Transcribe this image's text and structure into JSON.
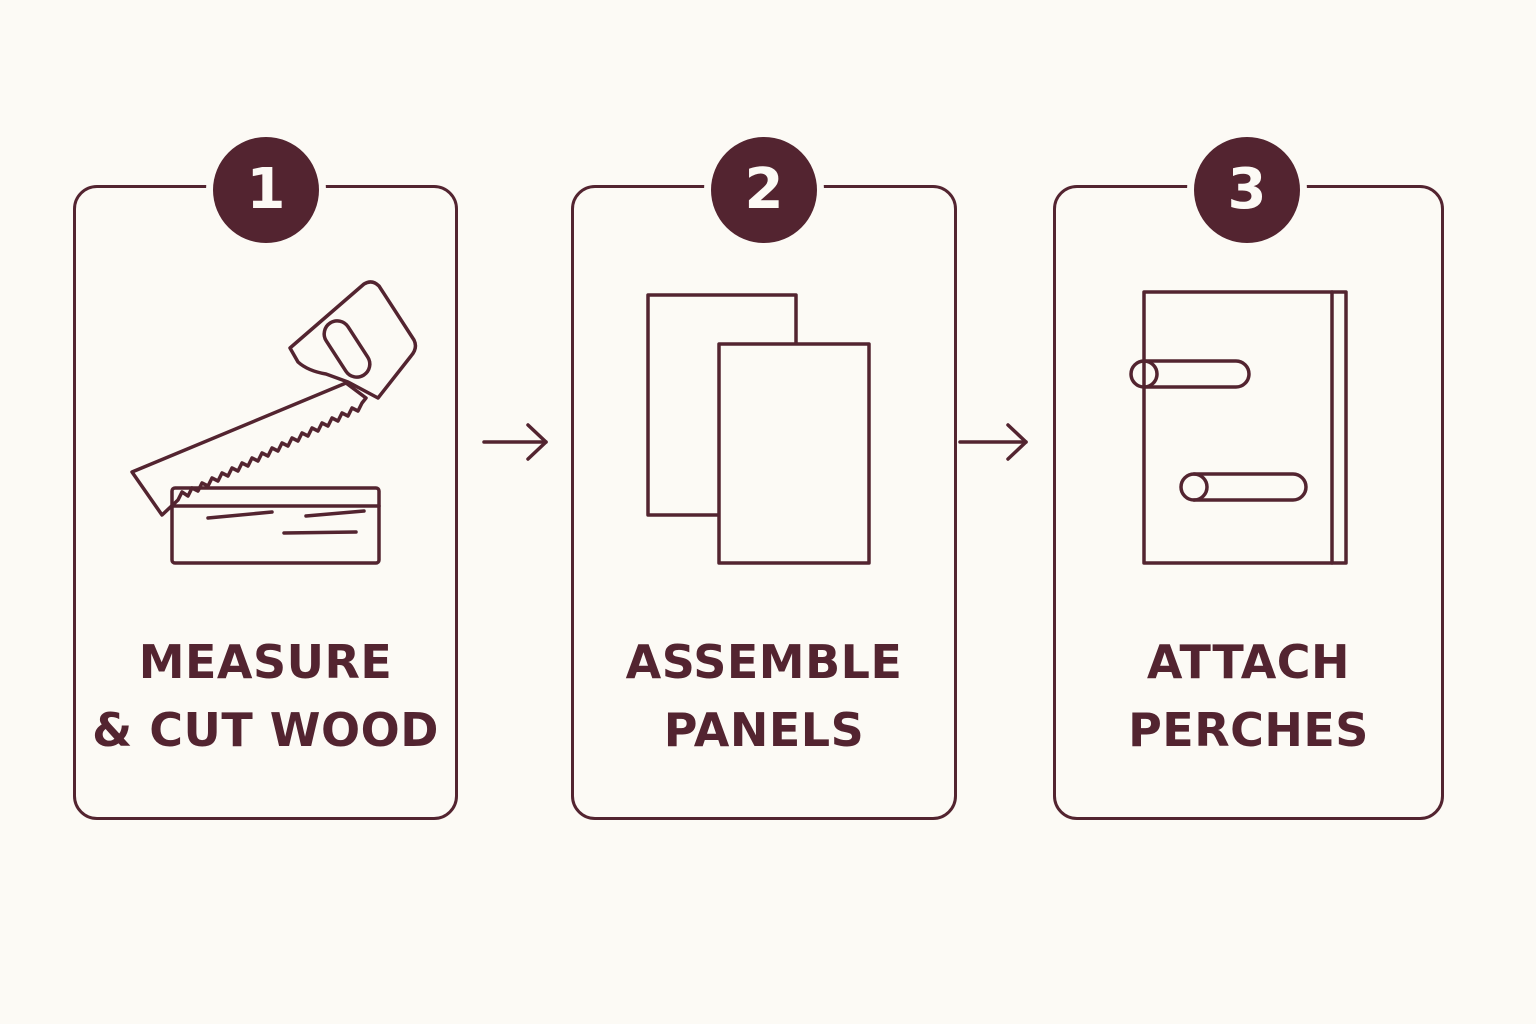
{
  "steps": [
    {
      "number": "1",
      "line1": "MEASURE",
      "line2": "& CUT WOOD",
      "icon": "saw-and-plank-icon"
    },
    {
      "number": "2",
      "line1": "ASSEMBLE",
      "line2": "PANELS",
      "icon": "panels-icon"
    },
    {
      "number": "3",
      "line1": "ATTACH",
      "line2": "PERCHES",
      "icon": "birdhouse-with-perches-icon"
    }
  ],
  "colors": {
    "accent": "#532430",
    "background": "#fcfaf5"
  }
}
